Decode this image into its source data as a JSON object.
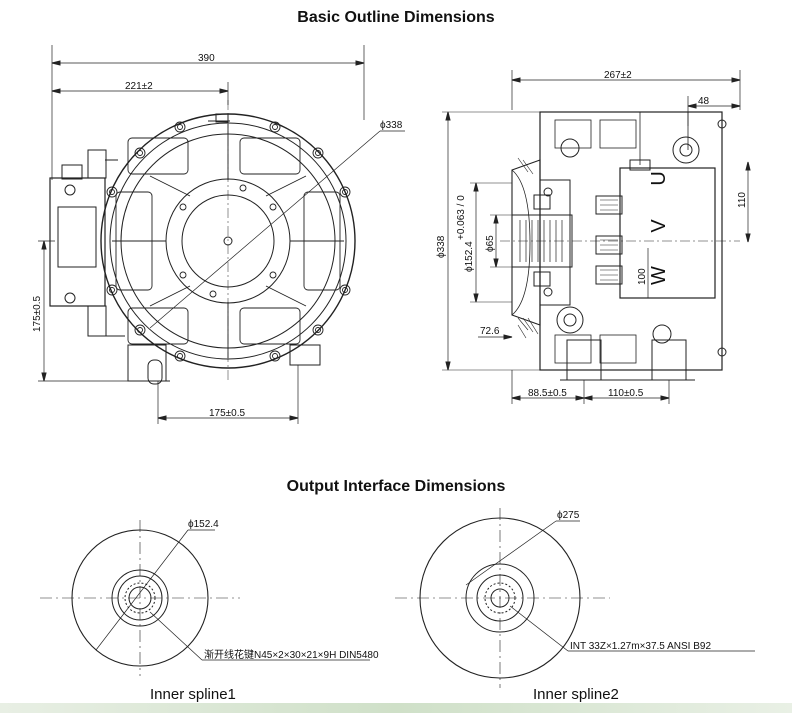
{
  "titles": {
    "outline": "Basic Outline Dimensions",
    "interface": "Output Interface Dimensions"
  },
  "front_view": {
    "width_total": "390",
    "offset": "221±2",
    "diameter": "ϕ338",
    "height_offset": "175±0.5",
    "bottom_width": "175±0.5"
  },
  "side_view": {
    "length": "267±2",
    "box_width": "48",
    "box_height": "110",
    "diameter": "ϕ338",
    "flange_dia": "ϕ152.4",
    "flange_tol": "+0.063 / 0",
    "shaft_dia": "ϕ65",
    "terminal_height": "100",
    "flange_offset": "72.6",
    "foot_offset": "88.5±0.5",
    "foot_spacing": "110±0.5",
    "terminals": "W V U"
  },
  "spline1": {
    "diameter": "ϕ152.4",
    "spec": "渐开线花键N45×2×30×21×9H  DIN5480",
    "caption": "Inner spline1"
  },
  "spline2": {
    "diameter": "ϕ275",
    "spec": "INT  33Z×1.27m×37.5  ANSI  B92",
    "caption": "Inner spline2"
  }
}
